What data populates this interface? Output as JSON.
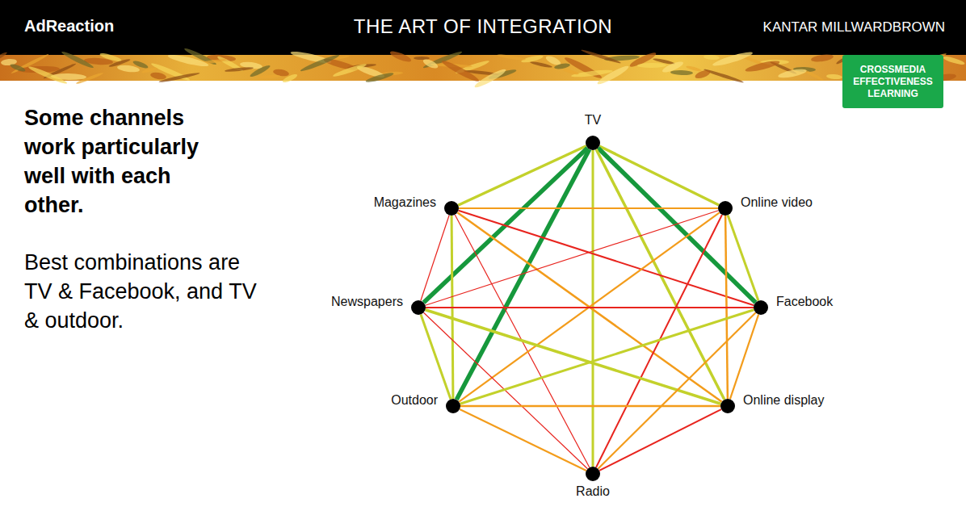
{
  "diagram": {
    "title": "THE ART OF INTEGRATION",
    "nodes": [
      {
        "text": [
          "CROSSMEDIA EFFECTIVENESS LEARNING"
        ]
      },
      {
        "text": [
          "TV"
        ]
      },
      {
        "text": [
          "Magazines"
        ]
      },
      {
        "text": [
          "Online video"
        ]
      },
      {
        "text": [
          "Newspapers"
        ]
      },
      {
        "text": [
          "Facebook"
        ]
      },
      {
        "text": [
          "Outdoor"
        ]
      },
      {
        "text": [
          "Online display"
        ]
      },
      {
        "text": [
          "Radio"
        ]
      }
    ],
    "edges": [
      {
        "from": 1,
        "to": 2,
        "arrow": "none"
      },
      {
        "from": 1,
        "to": 3,
        "arrow": "none"
      },
      {
        "from": 1,
        "to": 4,
        "arrow": "none"
      },
      {
        "from": 1,
        "to": 5,
        "arrow": "none"
      },
      {
        "from": 1,
        "to": 6,
        "arrow": "none"
      },
      {
        "from": 1,
        "to": 7,
        "arrow": "none"
      },
      {
        "from": 1,
        "to": 8,
        "arrow": "none"
      },
      {
        "from": 2,
        "to": 3,
        "arrow": "none"
      },
      {
        "from": 2,
        "to": 4,
        "arrow": "none"
      },
      {
        "from": 2,
        "to": 5,
        "arrow": "none"
      },
      {
        "from": 2,
        "to": 6,
        "arrow": "none"
      },
      {
        "from": 2,
        "to": 7,
        "arrow": "none"
      },
      {
        "from": 2,
        "to": 8,
        "arrow": "none"
      },
      {
        "from": 3,
        "to": 4,
        "arrow": "none"
      },
      {
        "from": 3,
        "to": 5,
        "arrow": "none"
      },
      {
        "from": 3,
        "to": 6,
        "arrow": "none"
      },
      {
        "from": 3,
        "to": 7,
        "arrow": "none"
      },
      {
        "from": 3,
        "to": 8,
        "arrow": "none"
      },
      {
        "from": 4,
        "to": 5,
        "arrow": "none"
      },
      {
        "from": 4,
        "to": 6,
        "arrow": "none"
      },
      {
        "from": 4,
        "to": 7,
        "arrow": "none"
      },
      {
        "from": 4,
        "to": 8,
        "arrow": "none"
      },
      {
        "from": 5,
        "to": 6,
        "arrow": "none"
      },
      {
        "from": 5,
        "to": 7,
        "arrow": "none"
      },
      {
        "from": 5,
        "to": 8,
        "arrow": "none"
      },
      {
        "from": 6,
        "to": 7,
        "arrow": "none"
      },
      {
        "from": 6,
        "to": 8,
        "arrow": "none"
      },
      {
        "from": 7,
        "to": 8,
        "arrow": "none"
      }
    ],
    "labels": [
      "AdReaction",
      "KANTAR MILLWARDBROWN",
      "Some channels work particularly well with each other.",
      "Best combinations are TV & Facebook, and TV & outdoor."
    ]
  }
}
